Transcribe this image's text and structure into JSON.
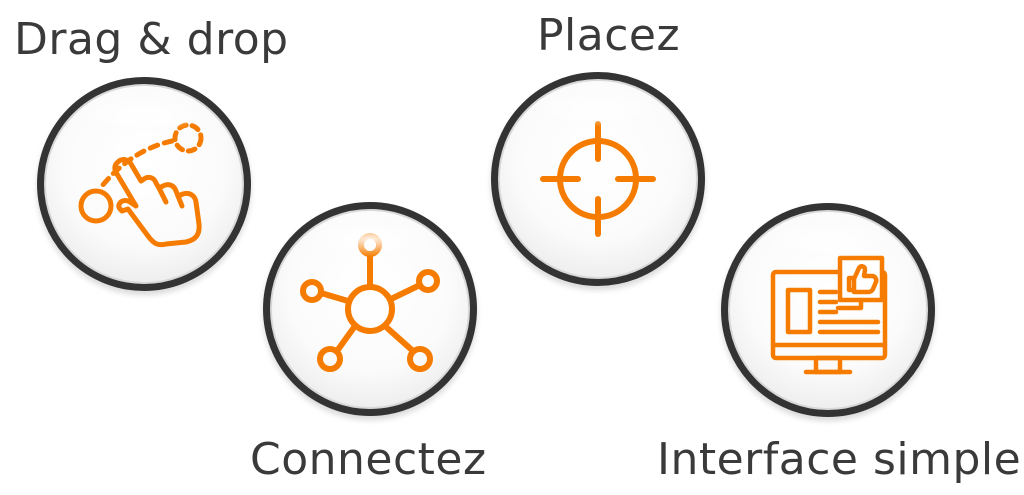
{
  "accent_color": "#f57c00",
  "ring_color": "#333333",
  "features": {
    "drag_drop": {
      "label": "Drag & drop",
      "icon": "drag-drop-icon"
    },
    "connect": {
      "label": "Connectez",
      "icon": "network-nodes-icon"
    },
    "place": {
      "label": "Placez",
      "icon": "crosshair-icon"
    },
    "interface": {
      "label": "Interface simple",
      "icon": "monitor-thumbs-up-icon"
    }
  }
}
